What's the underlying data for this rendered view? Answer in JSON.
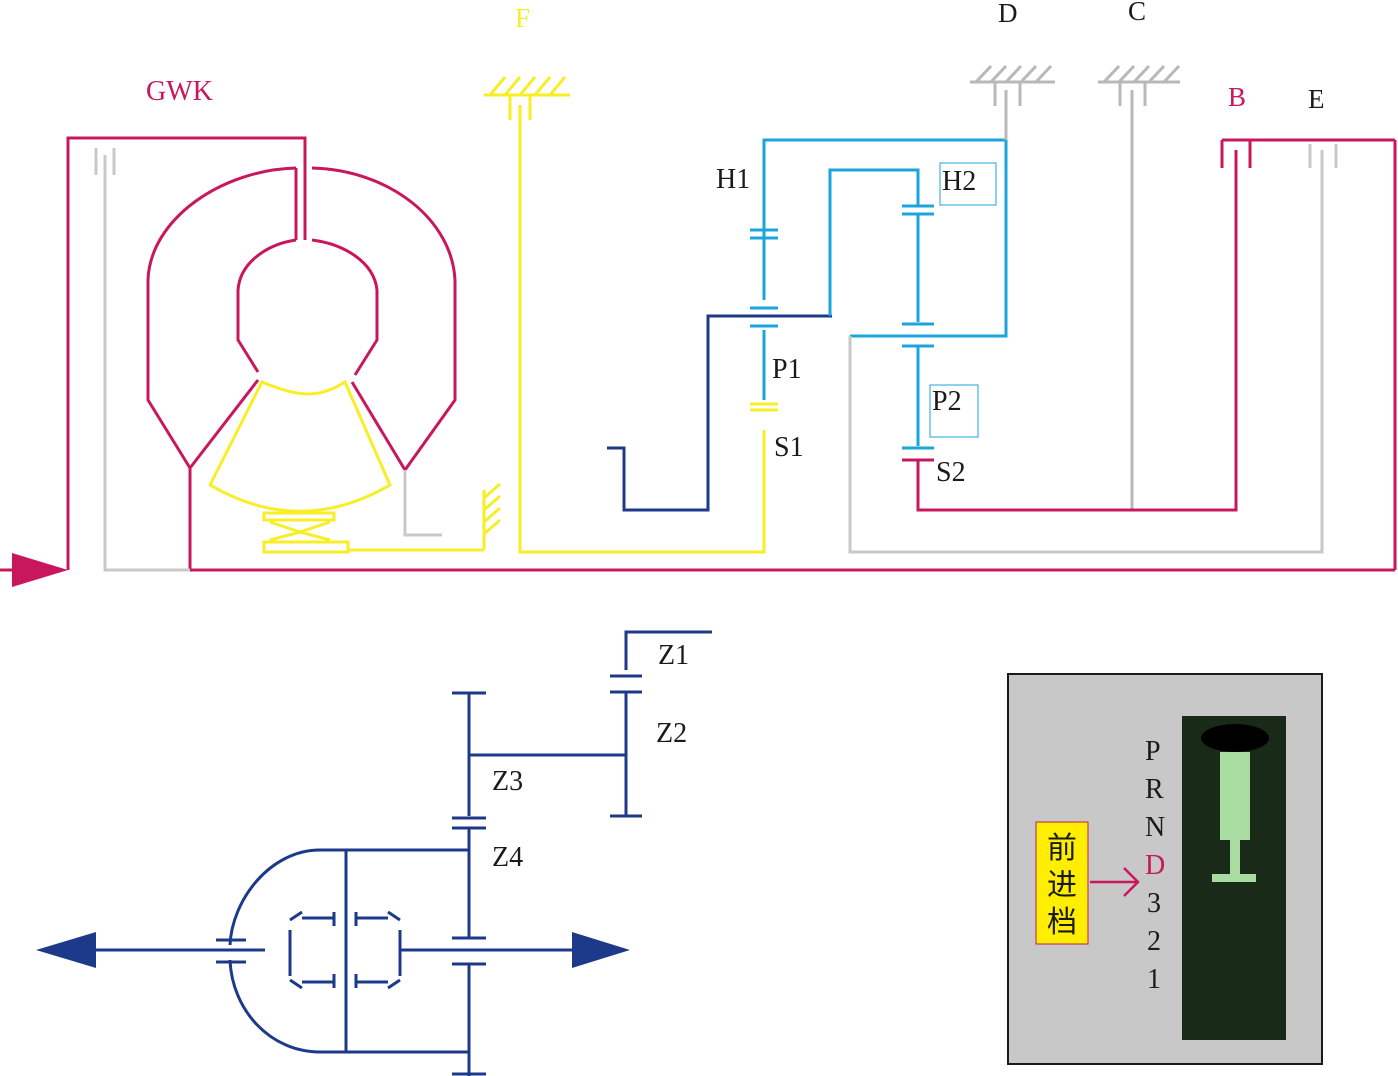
{
  "colors": {
    "gwk_crimson": "#c8175d",
    "f_yellow": "#f8ee25",
    "light_blue": "#1aa6dc",
    "dark_blue": "#1d3a8a",
    "gray": "#c8c8c8",
    "hatch_gray": "#b8b8b8",
    "selector_panel": "#c8c8c8",
    "selector_slot": "#1a2a18",
    "lever": "#a8dca0",
    "label_box": "#ffee00",
    "highlight": "#c8175d"
  },
  "labels": {
    "gwk": "GWK",
    "f": "F",
    "d": "D",
    "c": "C",
    "b": "B",
    "e": "E",
    "h1": "H1",
    "h2": "H2",
    "p1": "P1",
    "p2": "P2",
    "s1": "S1",
    "s2": "S2"
  },
  "gears": {
    "z1": "Z1",
    "z2": "Z2",
    "z3": "Z3",
    "z4": "Z4"
  },
  "selector": {
    "positions": [
      "P",
      "R",
      "N",
      "D",
      "3",
      "2",
      "1"
    ],
    "active_position": "D",
    "forward_label": [
      "前",
      "进",
      "档"
    ]
  }
}
